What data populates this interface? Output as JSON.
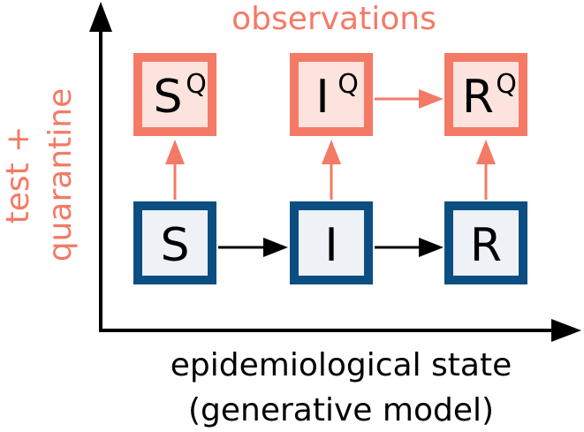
{
  "top_label": "observations",
  "y_label_line1": "test +",
  "y_label_line2": "quarantine",
  "x_label_line1": "epidemiological state",
  "x_label_line2": "(generative model)",
  "bottom_states": [
    "S",
    "I",
    "R"
  ],
  "top_states": [
    {
      "base": "S",
      "sup": "Q"
    },
    {
      "base": "I",
      "sup": "Q"
    },
    {
      "base": "R",
      "sup": "Q"
    }
  ],
  "colors": {
    "observed_border": "#F47A66",
    "observed_fill": "#FDE3DD",
    "latent_border": "#0B4F82",
    "latent_fill": "#EEF1F6",
    "arrow_black": "#000000",
    "arrow_salmon": "#F47A66"
  }
}
